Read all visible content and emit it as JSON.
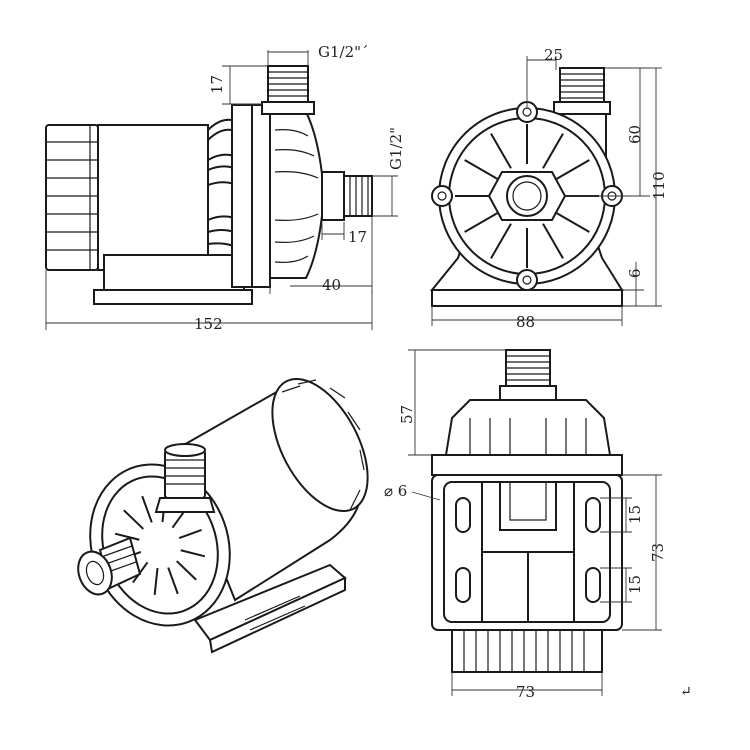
{
  "side_view": {
    "thread_top": "G1/2\"´",
    "thread_side": "G1/2\"",
    "height_17": "17",
    "width_17": "17",
    "length_40": "40",
    "total_152": "152"
  },
  "front_view": {
    "offset_25": "25",
    "height_60": "60",
    "height_110": "110",
    "base_6": "6",
    "width_88": "88"
  },
  "bottom_view": {
    "height_57": "57",
    "hole_dia": "⌀ 6",
    "slot_15_top": "15",
    "slot_15_bottom": "15",
    "height_73": "73",
    "width_73": "73"
  },
  "marker": "↵"
}
